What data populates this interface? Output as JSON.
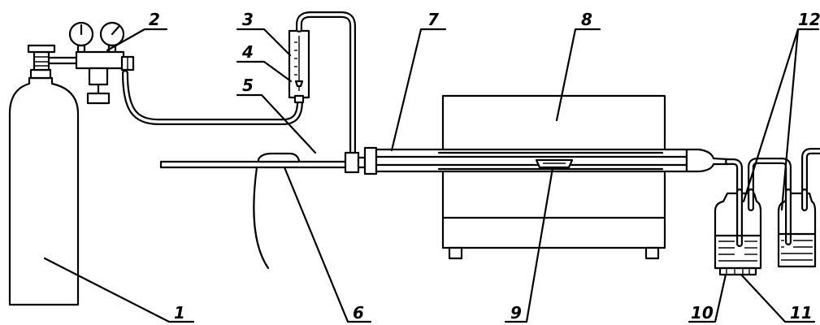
{
  "callouts": [
    "1",
    "2",
    "3",
    "4",
    "5",
    "6",
    "7",
    "8",
    "9",
    "10",
    "11",
    "12"
  ],
  "colors": {
    "line": "#000000",
    "background": "#ffffff"
  }
}
